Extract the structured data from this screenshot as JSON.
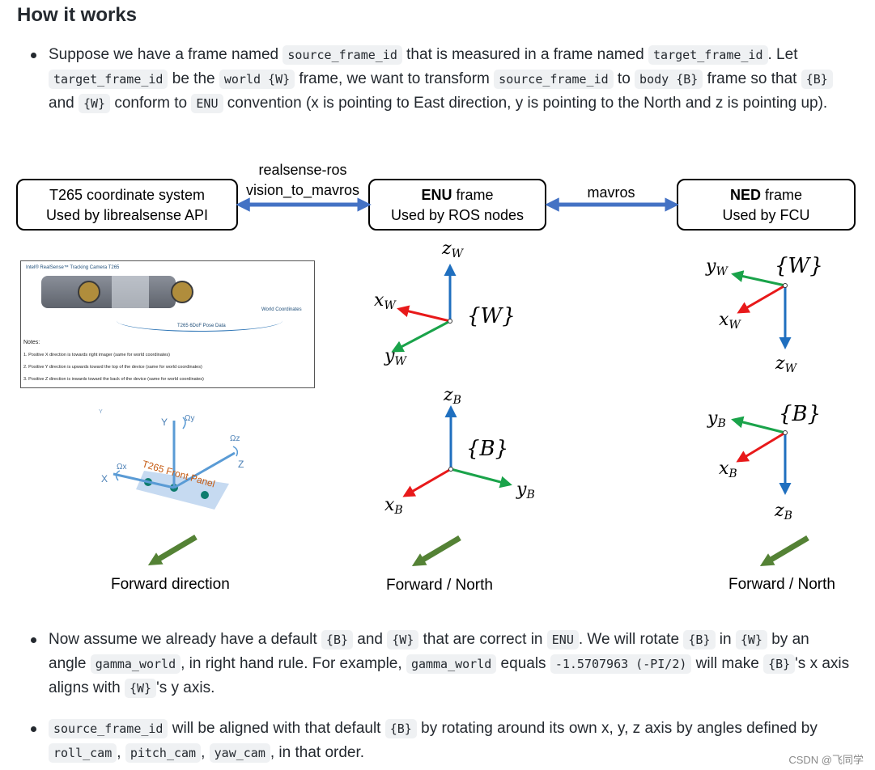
{
  "heading": "How it works",
  "bullet1": {
    "t1": "Suppose we have a frame named ",
    "c1": "source_frame_id",
    "t2": " that is measured in a frame named ",
    "c2": "target_frame_id",
    "t3": ". Let ",
    "c3": "target_frame_id",
    "t4": " be the ",
    "c4": "world {W}",
    "t5": " frame, we want to transform ",
    "c5": "source_frame_id",
    "t6": " to ",
    "c6": "body {B}",
    "t7": " frame so that ",
    "c7": "{B}",
    "t8": " and ",
    "c8": "{W}",
    "t9": " conform to ",
    "c9": "ENU",
    "t10": " convention (x is pointing to East direction, y is pointing to the North and z is pointing up)."
  },
  "diagram": {
    "box_t265": {
      "line1": "T265 coordinate system",
      "line2": "Used by librealsense API"
    },
    "box_enu": {
      "bold": "ENU",
      "rest": " frame",
      "line2": "Used by ROS nodes"
    },
    "box_ned": {
      "bold": "NED",
      "rest": " frame",
      "line2": "Used by FCU"
    },
    "link1_line1": "realsense-ros",
    "link1_line2": "vision_to_mavros",
    "link2": "mavros",
    "enu_world_label": "{W}",
    "enu_body_label": "{B}",
    "ned_world_label": "{W}",
    "ned_body_label": "{B}",
    "forward1": "Forward direction",
    "forward2": "Forward / North",
    "forward3": "Forward / North",
    "t265_image": {
      "title": "Intel® RealSense™ Tracking Camera T265",
      "world_coords": "World Coordinates",
      "pose_data": "T265 6DoF Pose Data",
      "notes_title": "Notes:",
      "notes": [
        "1.     Positive X direction is towards right imager (same for world coordinates)",
        "2.     Positive Y direction is upwards toward the top of the device (same for world coordinates)",
        "3.     Positive Z direction is inwards toward the back of the device (same for world coordinates)"
      ]
    },
    "front_panel": "T265 Front Panel"
  },
  "bullet2": {
    "t1": "Now assume we already have a default ",
    "c1": "{B}",
    "t2": " and ",
    "c2": "{W}",
    "t3": " that are correct in ",
    "c3": "ENU",
    "t4": ". We will rotate ",
    "c4": "{B}",
    "t5": " in ",
    "c5": "{W}",
    "t6": " by an angle ",
    "c6": "gamma_world",
    "t7": ", in right hand rule. For example, ",
    "c7": "gamma_world",
    "t8": " equals ",
    "c8": "-1.5707963 (-PI/2)",
    "t9": " will make ",
    "c9": "{B}",
    "t10": "'s x axis aligns with ",
    "c10": "{W}",
    "t11": "'s y axis."
  },
  "bullet3": {
    "c1": "source_frame_id",
    "t1": " will be aligned with that default ",
    "c2": "{B}",
    "t2": " by rotating around its own x, y, z axis by angles defined by ",
    "c3": "roll_cam",
    "t3": ", ",
    "c4": "pitch_cam",
    "t4": ", ",
    "c5": "yaw_cam",
    "t5": ", in that order."
  },
  "watermark": "CSDN @飞同学",
  "colors": {
    "x_axis": "#e8191a",
    "y_axis": "#1aa34a",
    "z_axis": "#1f6fbf",
    "link_arrow": "#4472c4",
    "forward_arrow": "#548235"
  }
}
